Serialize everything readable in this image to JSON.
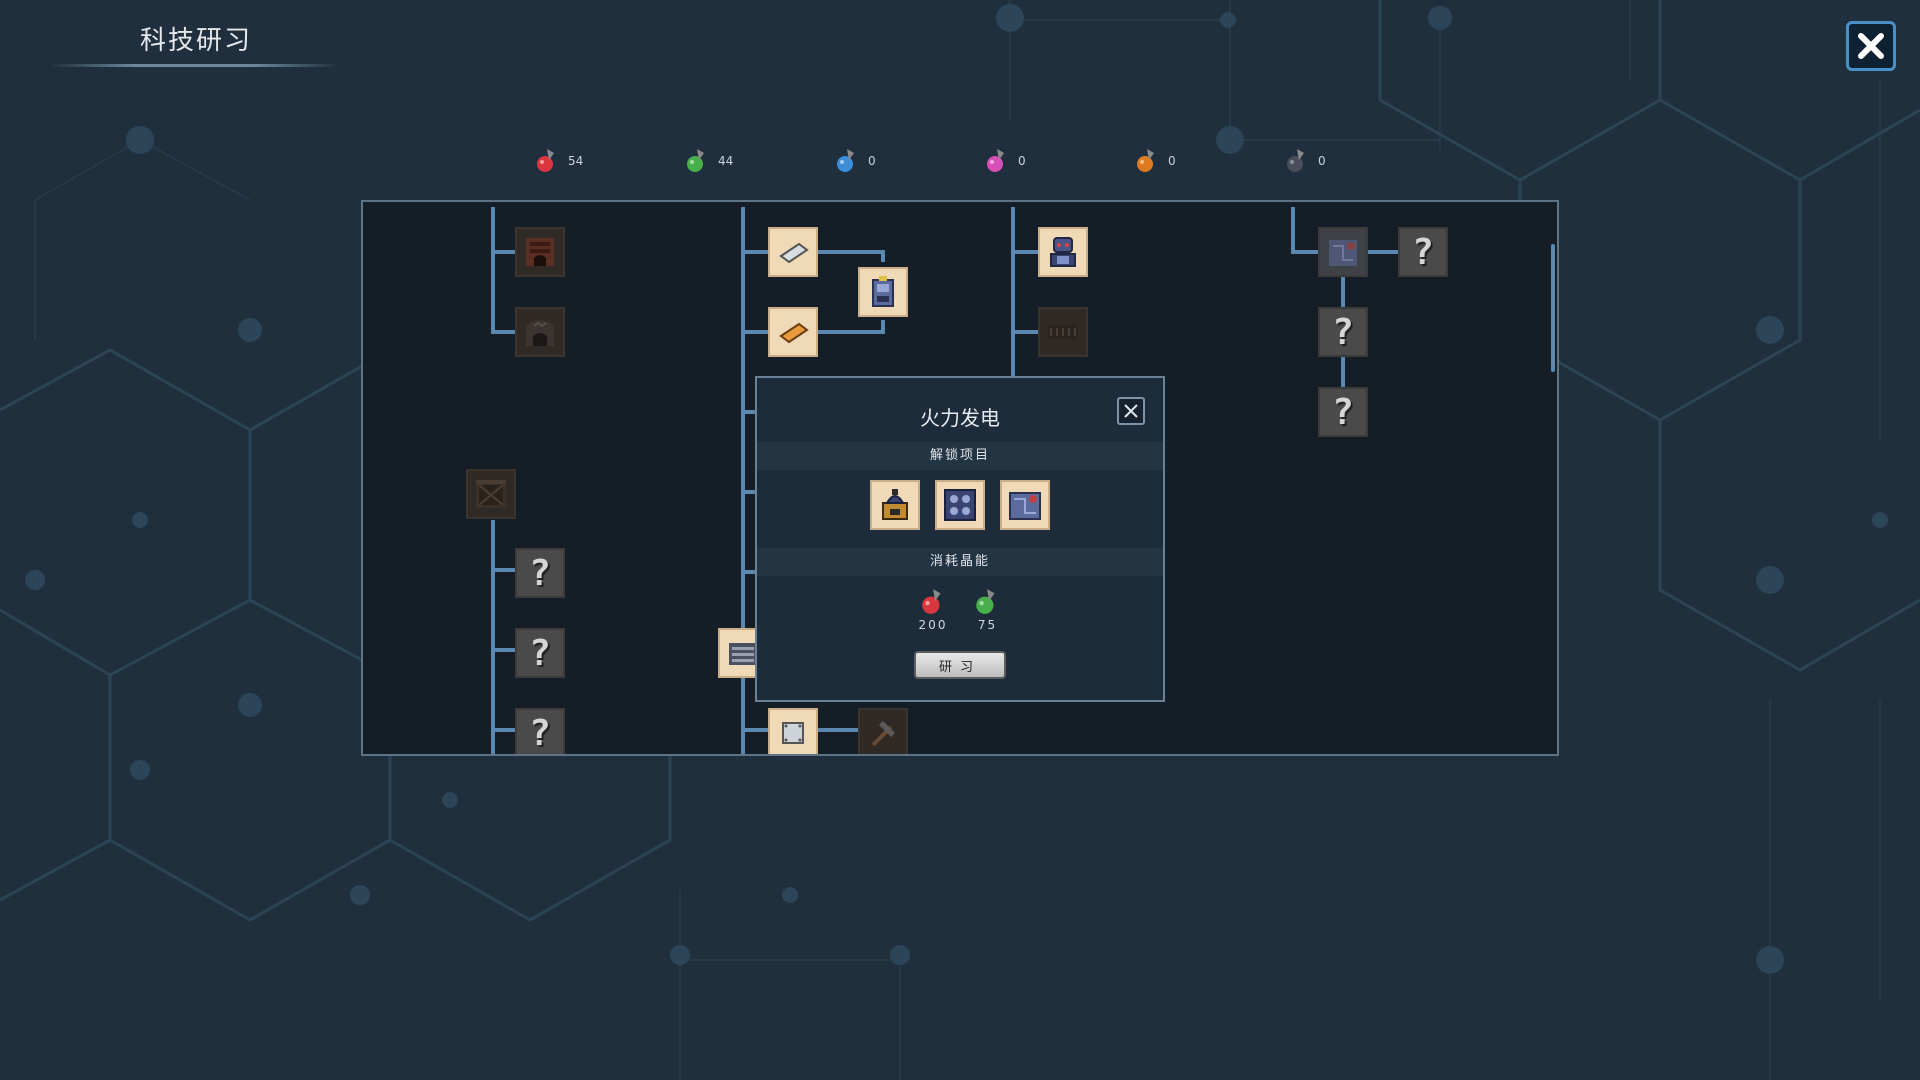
{
  "header": {
    "title": "科技研习"
  },
  "resources": [
    {
      "icon": "red-flask-icon",
      "color": "#d9363e",
      "value": "54"
    },
    {
      "icon": "green-flask-icon",
      "color": "#48b04a",
      "value": "44"
    },
    {
      "icon": "blue-flask-icon",
      "color": "#3d8ed8",
      "value": "0"
    },
    {
      "icon": "pink-flask-icon",
      "color": "#d84fb8",
      "value": "0"
    },
    {
      "icon": "orange-flask-icon",
      "color": "#e07a22",
      "value": "0"
    },
    {
      "icon": "gray-flask-icon",
      "color": "#555a66",
      "value": "0"
    }
  ],
  "tree": {
    "unknown_symbol": "?"
  },
  "popup": {
    "title": "火力发电",
    "unlock_section": "解锁项目",
    "cost_section": "消耗晶能",
    "costs": [
      {
        "icon": "red-flask-icon",
        "color": "#d9363e",
        "value": "200"
      },
      {
        "icon": "green-flask-icon",
        "color": "#48b04a",
        "value": "75"
      }
    ],
    "research_label": "研习"
  }
}
